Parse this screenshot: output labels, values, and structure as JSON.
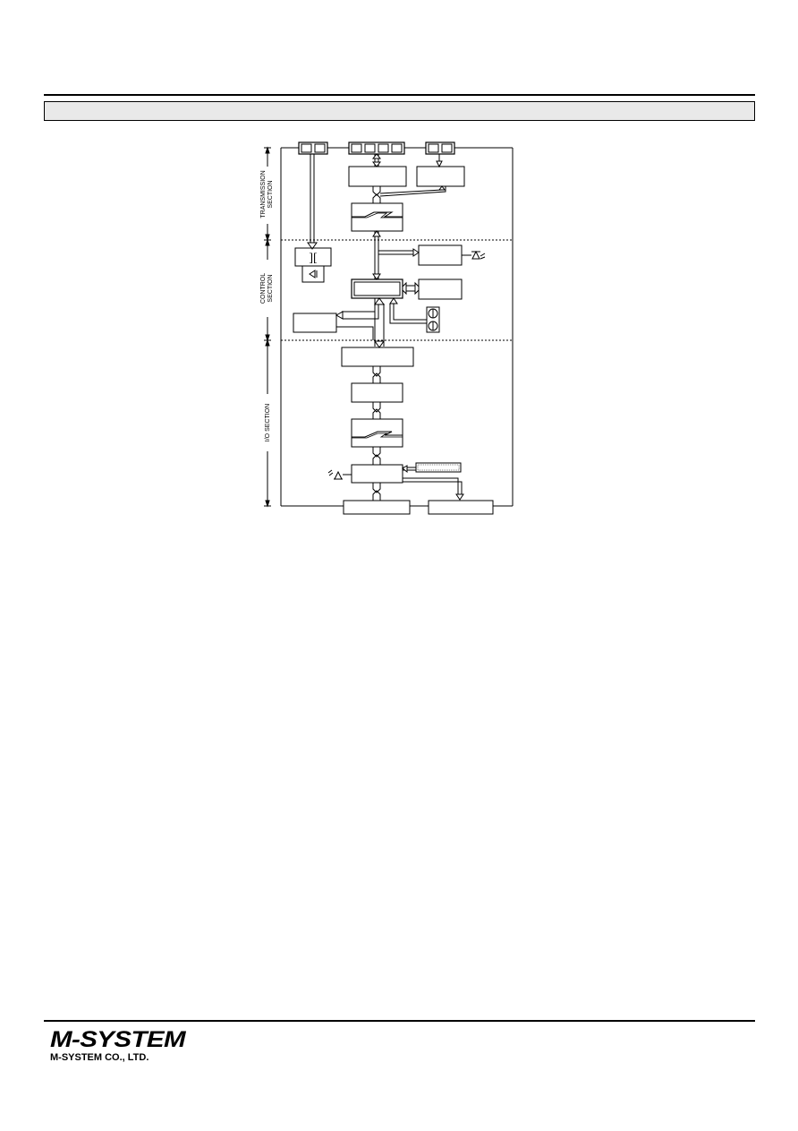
{
  "diagram": {
    "sections": {
      "transmission": {
        "line1": "TRANSMISSION",
        "line2": "SECTION"
      },
      "control": {
        "line1": "CONTROL",
        "line2": "SECTION"
      },
      "io": {
        "line1": "I/O SECTION"
      }
    }
  },
  "footer": {
    "logo": "M-SYSTEM",
    "company": "M-SYSTEM CO., LTD."
  }
}
